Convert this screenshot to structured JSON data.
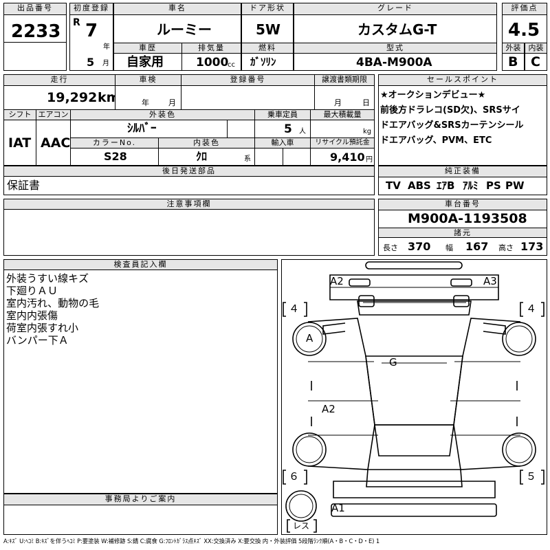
{
  "header": {
    "lot_no_label": "出品番号",
    "lot_no": "2233",
    "first_reg_label": "初度登録",
    "era": "R",
    "year": "7",
    "year_unit": "年",
    "month": "5",
    "month_unit": "月",
    "car_name_label": "車名",
    "car_name": "ルーミー",
    "history_label": "車歴",
    "history": "自家用",
    "displacement_label": "排気量",
    "displacement": "1000",
    "displacement_unit": "cc",
    "door_label": "ドア形状",
    "door": "5W",
    "fuel_label": "燃料",
    "fuel": "ｶﾞｿﾘﾝ",
    "grade_label": "グレード",
    "grade": "カスタムG-T",
    "model_label": "型式",
    "model": "4BA-M900A",
    "score_label": "評価点",
    "score": "4.5",
    "exterior_label": "外装",
    "exterior": "B",
    "interior_label": "内装",
    "interior": "C"
  },
  "details": {
    "mileage_label": "走行",
    "mileage": "19,292",
    "mileage_unit": "km",
    "inspection_label": "車検",
    "inspection_year_unit": "年",
    "inspection_month_unit": "月",
    "reg_no_label": "登録番号",
    "transfer_label": "譲渡書類期限",
    "transfer_month_unit": "月",
    "transfer_day_unit": "日",
    "shift_label": "シフト",
    "shift": "IAT",
    "ac_label": "エアコン",
    "ac": "AAC",
    "ext_color_label": "外装色",
    "ext_color": "ｼﾙﾊﾞｰ",
    "capacity_label": "乗車定員",
    "capacity": "5",
    "capacity_unit": "人",
    "max_load_label": "最大積載量",
    "max_load_unit": "kg",
    "color_no_label": "カラーNo.",
    "color_no": "S28",
    "int_color_label": "内装色",
    "int_color": "ｸﾛ",
    "int_color_unit": "系",
    "import_label": "輸入車",
    "recycle_label": "リサイクル預託金",
    "recycle": "9,410",
    "recycle_unit": "円",
    "later_parts_label": "後日発送部品",
    "later_parts": "保証書",
    "caution_label": "注意事項欄",
    "inspector_label": "検査員記入欄",
    "office_label": "事務局よりご案内"
  },
  "sales_points": {
    "label": "セールスポイント",
    "lines": [
      "★オークションデビュー★",
      "前後方ドラレコ(SD欠)、SRSサイ",
      "ドエアバッグ&SRSカーテンシール",
      "ドエアバッグ、PVM、ETC"
    ]
  },
  "equipment": {
    "label": "純正装備",
    "items": [
      "TV",
      "ABS",
      "ｴｱB",
      "ｱﾙﾐ",
      "PS",
      "PW"
    ]
  },
  "chassis": {
    "label": "車台番号",
    "number": "M900A-1193508",
    "dims_label": "諸元",
    "length_label": "長さ",
    "length": "370",
    "width_label": "幅",
    "width": "167",
    "height_label": "高さ",
    "height": "173"
  },
  "inspector_notes": [
    "外装うすい線キズ",
    "下廻りＡＵ",
    "室内汚れ、動物の毛",
    "室内内張傷",
    "荷室内張すれ小",
    "バンパー下Ａ"
  ],
  "diagram": {
    "marks": {
      "a2_top": "A2",
      "a3_top": "A3",
      "tire_fl": "４",
      "tire_fr": "４",
      "tire_rl": "６",
      "tire_rr": "５",
      "a_left": "A",
      "g_center": "G",
      "a2_left": "A2",
      "a1_bottom": "A1",
      "spare": "レス"
    }
  },
  "legend": "A:ｷｽﾞ U:ﾍｺﾐ B:ｷｽﾞを伴うﾍｺﾐ P:要塗装 W:補修跡 S:錆 C:腐食 G:ﾌﾛﾝﾄｶﾞﾗｽ点ｷｽﾞ XX:交換済み X:要交換 内・外装評価 5段階ﾗﾝｸ順(A・B・C・D・E) 1"
}
